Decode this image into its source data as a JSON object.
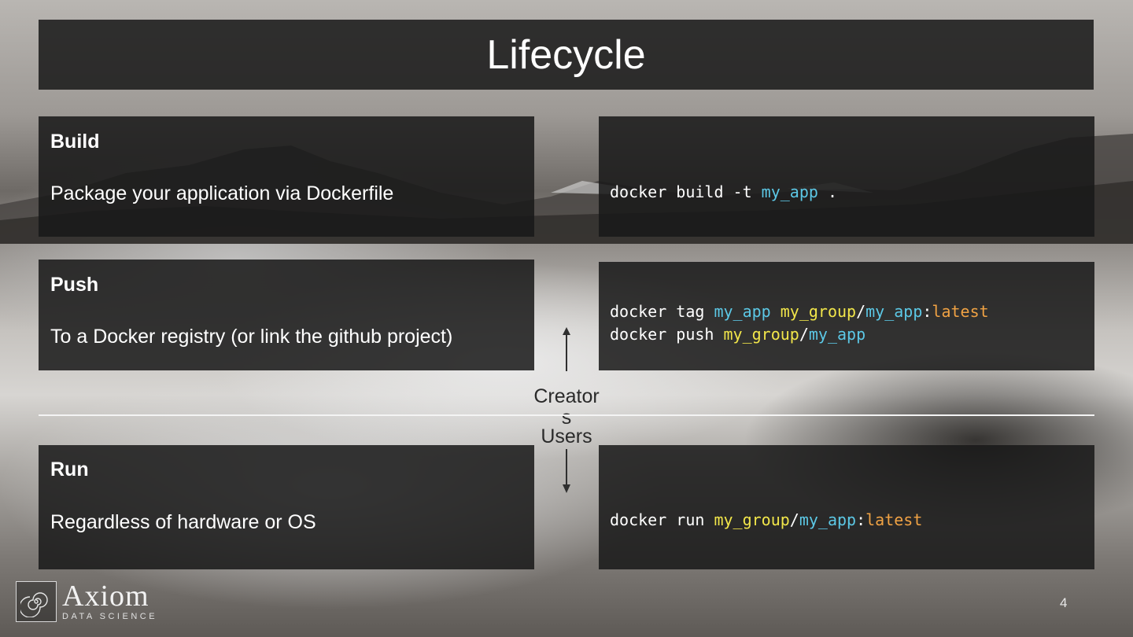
{
  "slide": {
    "title": "Lifecycle",
    "page_number": "4"
  },
  "cards": {
    "build": {
      "title": "Build",
      "description": "Package your application via Dockerfile",
      "code": [
        [
          {
            "text": "docker build -t ",
            "color": "white"
          },
          {
            "text": "my_app",
            "color": "blue"
          },
          {
            "text": " .",
            "color": "white"
          }
        ]
      ]
    },
    "push": {
      "title": "Push",
      "description": "To a Docker registry (or link the github project)",
      "code": [
        [
          {
            "text": "docker tag ",
            "color": "white"
          },
          {
            "text": "my_app ",
            "color": "blue"
          },
          {
            "text": "my_group",
            "color": "yellow"
          },
          {
            "text": "/",
            "color": "white"
          },
          {
            "text": "my_app",
            "color": "blue"
          },
          {
            "text": ":",
            "color": "white"
          },
          {
            "text": "latest",
            "color": "orange"
          }
        ],
        [
          {
            "text": "docker push ",
            "color": "white"
          },
          {
            "text": "my_group",
            "color": "yellow"
          },
          {
            "text": "/",
            "color": "white"
          },
          {
            "text": "my_app",
            "color": "blue"
          }
        ]
      ]
    },
    "run": {
      "title": "Run",
      "description": "Regardless of hardware or OS",
      "code": [
        [
          {
            "text": "docker run ",
            "color": "white"
          },
          {
            "text": "my_group",
            "color": "yellow"
          },
          {
            "text": "/",
            "color": "white"
          },
          {
            "text": "my_app",
            "color": "blue"
          },
          {
            "text": ":",
            "color": "white"
          },
          {
            "text": "latest",
            "color": "orange"
          }
        ]
      ]
    }
  },
  "roles": {
    "creators_line1": "Creator",
    "creators_line2": "s",
    "users": "Users"
  },
  "logo": {
    "name": "Axiom",
    "subtitle": "DATA SCIENCE"
  },
  "colors": {
    "code_white": "#ffffff",
    "code_blue": "#5cc8e6",
    "code_yellow": "#f2e64a",
    "code_orange": "#f0a244",
    "panel": "#191919"
  }
}
